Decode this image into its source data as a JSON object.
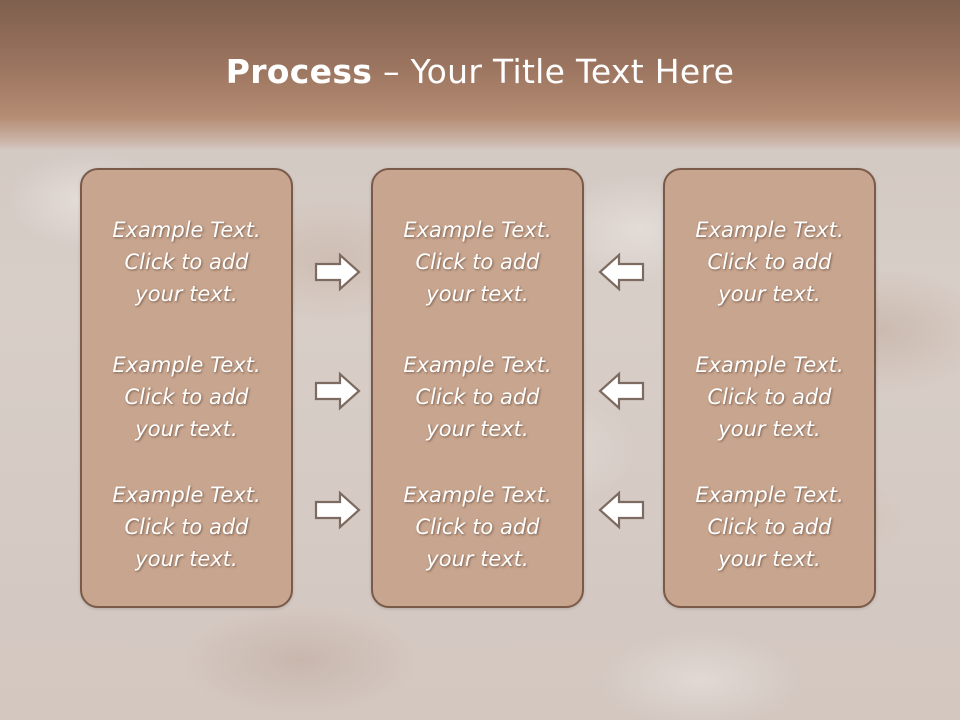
{
  "slide": {
    "title_bold": "Process",
    "title_rest": " – Your Title Text Here"
  },
  "columns": [
    {
      "blocks": [
        {
          "line1": "Example Text.",
          "line2": "Click  to add",
          "line3": "your text."
        },
        {
          "line1": "Example Text.",
          "line2": "Click  to add",
          "line3": "your text."
        },
        {
          "line1": "Example Text.",
          "line2": "Click  to add",
          "line3": "your text."
        }
      ]
    },
    {
      "blocks": [
        {
          "line1": "Example Text.",
          "line2": "Click  to add",
          "line3": "your text."
        },
        {
          "line1": "Example Text.",
          "line2": "Click  to add",
          "line3": "your text."
        },
        {
          "line1": "Example Text.",
          "line2": "Click  to add",
          "line3": "your text."
        }
      ]
    },
    {
      "blocks": [
        {
          "line1": "Example Text.",
          "line2": "Click  to add",
          "line3": "your text."
        },
        {
          "line1": "Example Text.",
          "line2": "Click  to add",
          "line3": "your text."
        },
        {
          "line1": "Example Text.",
          "line2": "Click  to add",
          "line3": "your text."
        }
      ]
    }
  ],
  "arrows": {
    "left_group": "arrow-right-icon",
    "right_group": "arrow-left-icon"
  },
  "colors": {
    "header": "#9c7560",
    "box_fill": "#c8a58e",
    "box_border": "#7a5a48",
    "text": "#ffffff"
  }
}
